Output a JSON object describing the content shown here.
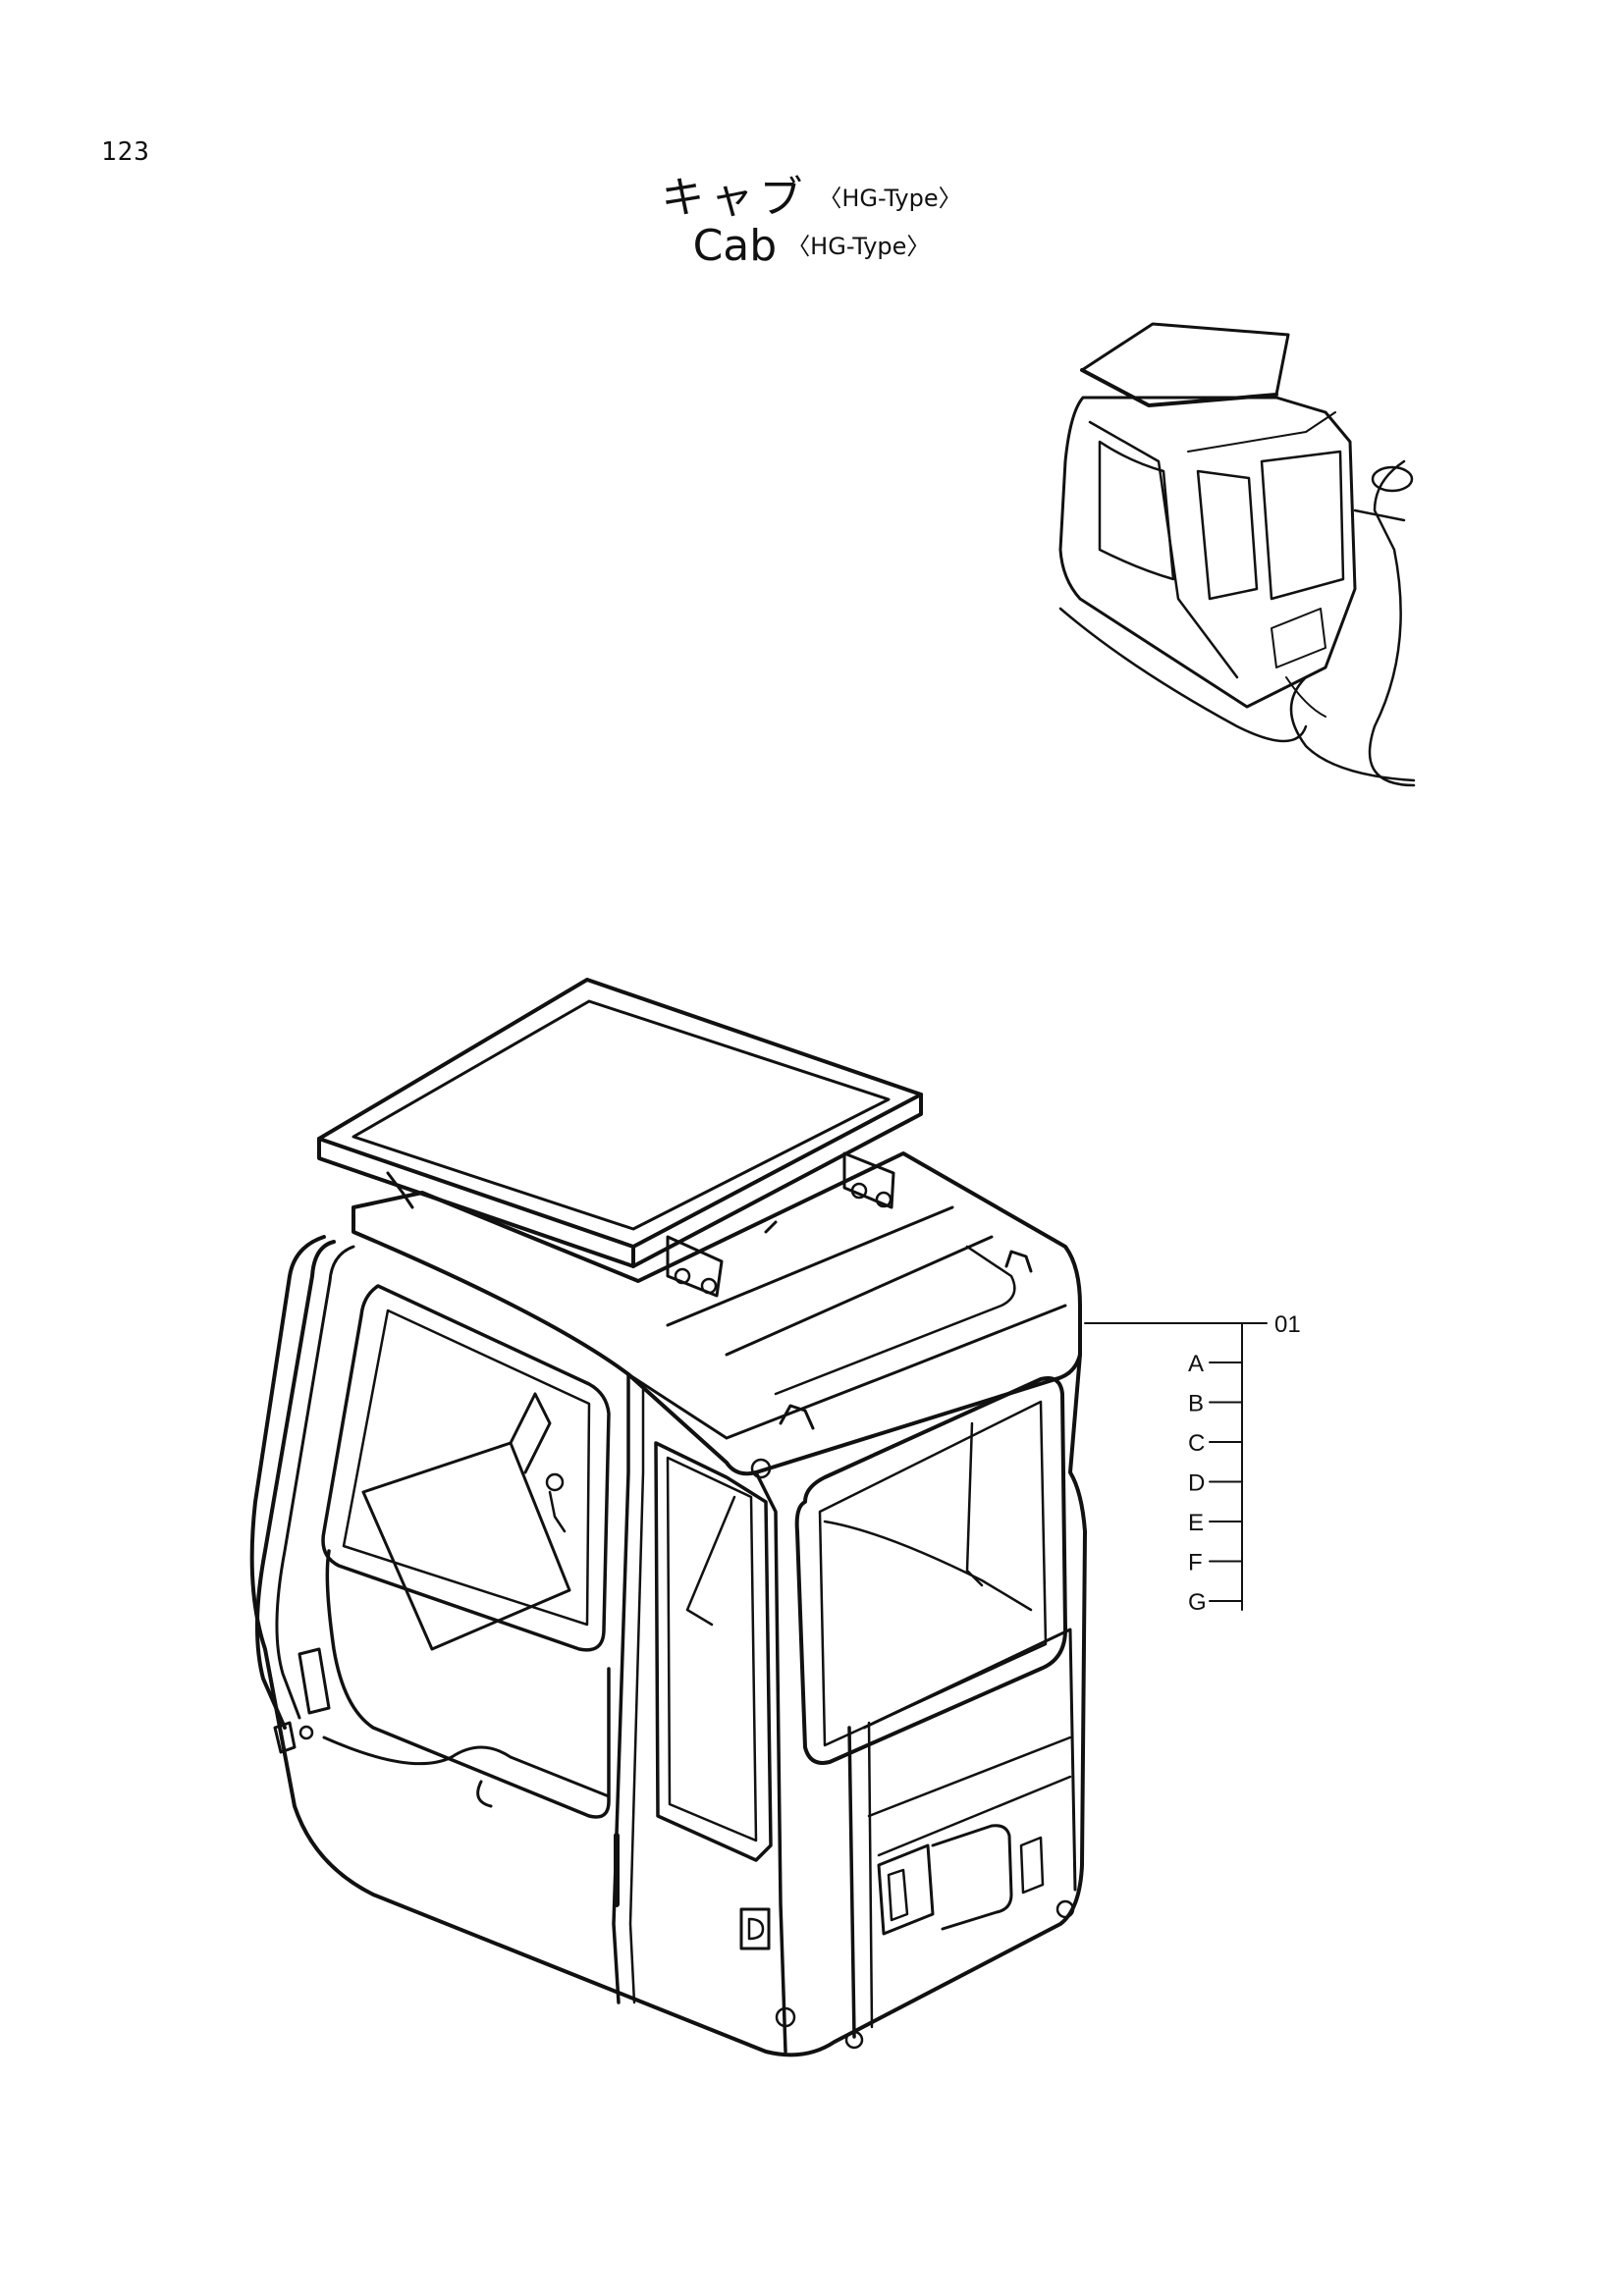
{
  "page_number": "123",
  "title": {
    "ja": "キャブ",
    "en": "Cab",
    "type_suffix": "〈HG-Type〉"
  },
  "callouts": {
    "part": "01",
    "sub_labels": [
      "A",
      "B",
      "C",
      "D",
      "E",
      "F",
      "G"
    ]
  },
  "diagram_parts": [
    "overview-excavator-cab",
    "roof-guard-mesh",
    "cab-body",
    "door-mesh-guard",
    "front-window",
    "door-handle"
  ]
}
